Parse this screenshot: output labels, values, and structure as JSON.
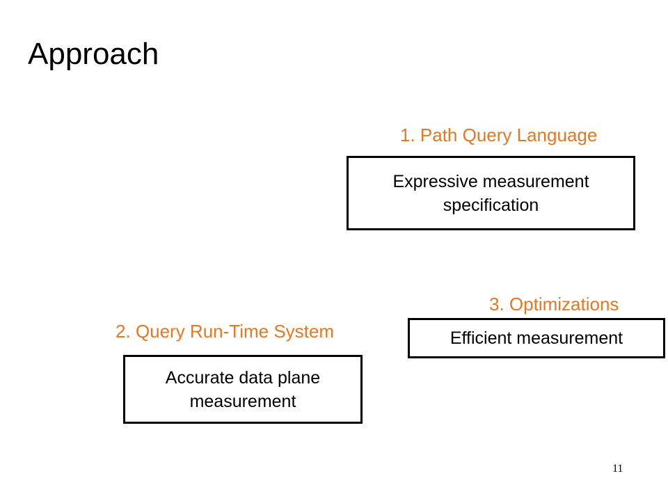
{
  "slide": {
    "title": "Approach",
    "page_number": "11",
    "accent_color": "#E87722",
    "items": [
      {
        "label": "1. Path Query Language",
        "box_text": "Expressive measurement specification",
        "box_lines": [
          "Expressive measurement",
          "specification"
        ]
      },
      {
        "label": "2. Query Run-Time System",
        "box_text": "Accurate data plane measurement",
        "box_lines": [
          "Accurate data plane",
          "measurement"
        ]
      },
      {
        "label": "3. Optimizations",
        "box_text": "Efficient measurement",
        "box_lines": [
          "Efficient measurement"
        ]
      }
    ]
  }
}
